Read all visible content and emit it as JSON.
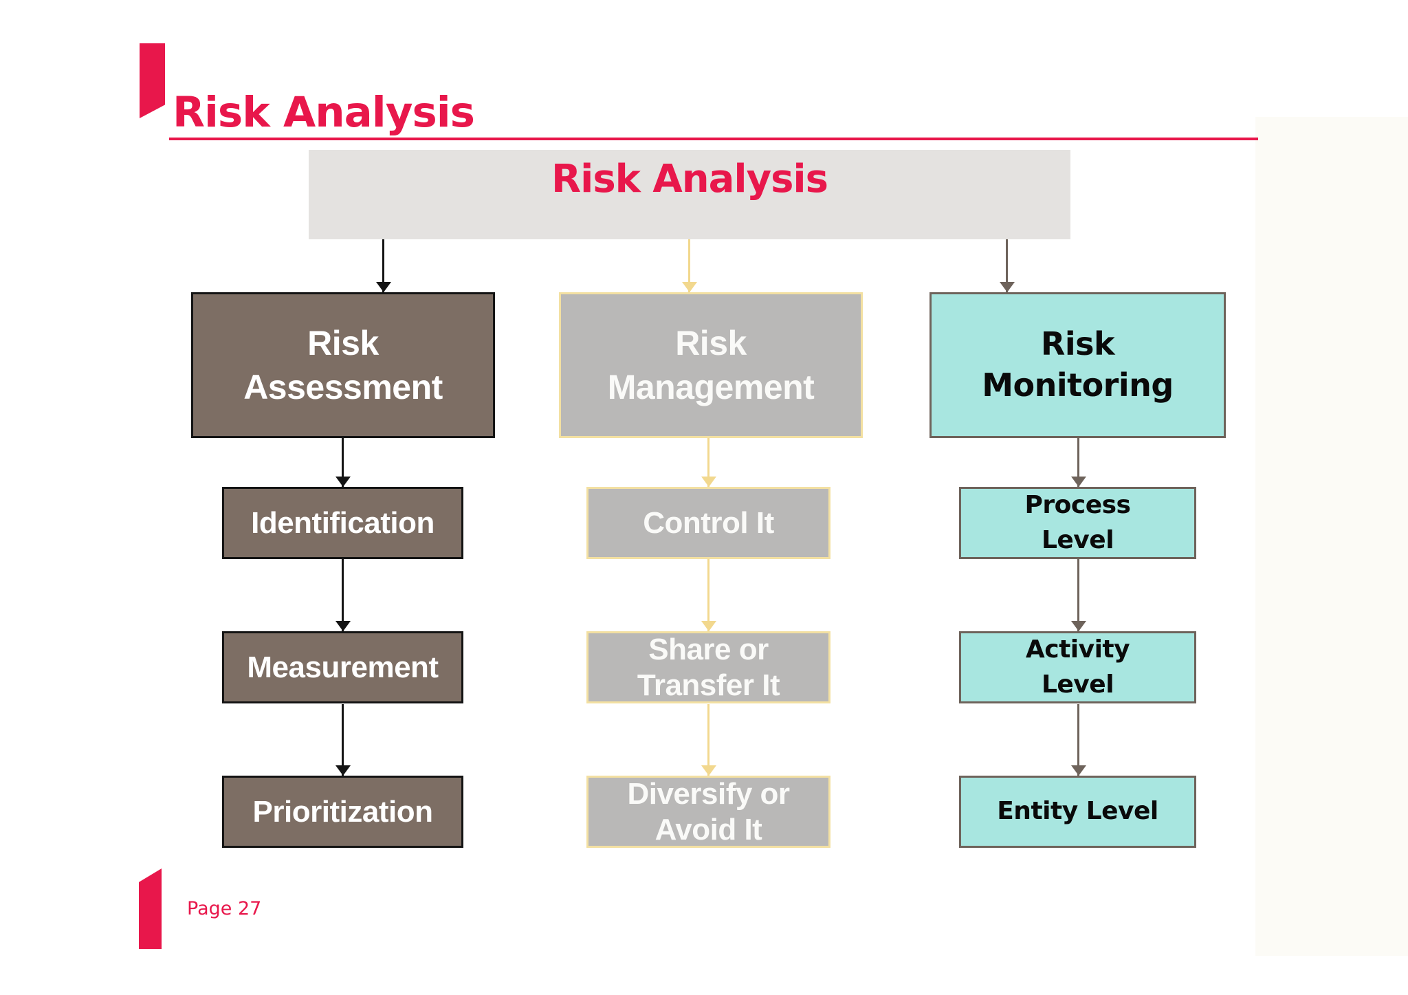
{
  "slide": {
    "title": "Risk Analysis",
    "page_label": "Page 27"
  },
  "diagram": {
    "root": {
      "label": "Risk Analysis"
    },
    "columns": [
      {
        "label": "Risk\nAssessment",
        "children": [
          "Identification",
          "Measurement",
          "Prioritization"
        ],
        "fill": "#7D6E64",
        "border": "#141414",
        "text_color": "#FFFFFF",
        "arrow_color": "#141414"
      },
      {
        "label": "Risk\nManagement",
        "children": [
          "Control It",
          "Share or\nTransfer It",
          "Diversify or\nAvoid It"
        ],
        "fill": "#B9B8B7",
        "border": "#F3E0A2",
        "text_color": "#FAFAF8",
        "arrow_color": "#F2D88E"
      },
      {
        "label": "Risk\nMonitoring",
        "children": [
          "Process\nLevel",
          "Activity\nLevel",
          "Entity Level"
        ],
        "fill": "#A8E6E0",
        "border": "#6E635B",
        "text_color": "#0A0A0A",
        "arrow_color": "#6E635B"
      }
    ]
  },
  "colors": {
    "accent_red": "#E8174B",
    "root_band_fill": "#E4E2E0",
    "background": "#FFFFFF"
  }
}
